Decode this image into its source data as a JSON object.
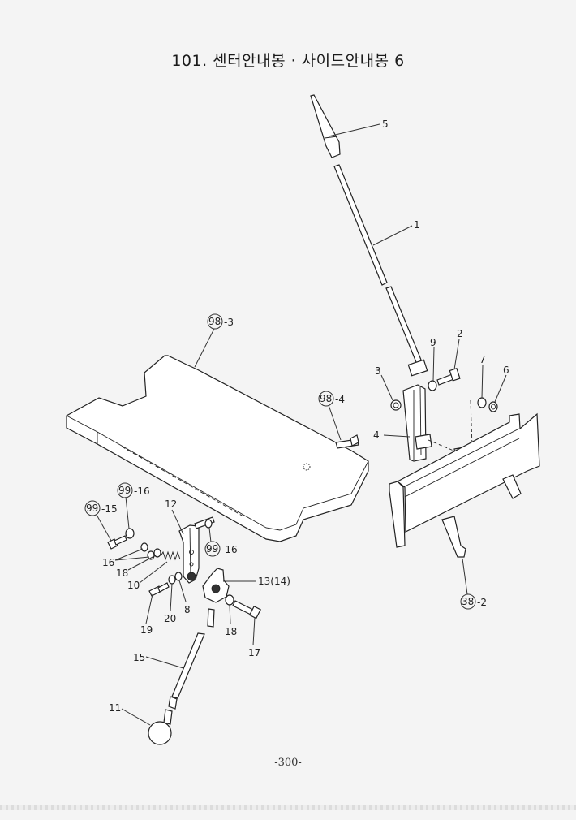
{
  "title": "101. 센터안내봉 · 사이드안내봉 6",
  "page_number": "-300-",
  "callouts": {
    "c5": "5",
    "c1": "1",
    "c98_3": "-3",
    "c98_3_circle": "98",
    "c9": "9",
    "c2": "2",
    "c3": "3",
    "c7": "7",
    "c6": "6",
    "c98_4": "-4",
    "c98_4_circle": "98",
    "c4": "4",
    "c99_16a": "-16",
    "c99_16a_circle": "99",
    "c99_15": "-15",
    "c99_15_circle": "99",
    "c12": "12",
    "c99_16b": "-16",
    "c99_16b_circle": "99",
    "c16": "16",
    "c18a": "18",
    "c10": "10",
    "c13": "13(14)",
    "c38_2": "-2",
    "c38_2_circle": "38",
    "c19": "19",
    "c20": "20",
    "c8": "8",
    "c18b": "18",
    "c17": "17",
    "c15": "15",
    "c11": "11"
  }
}
